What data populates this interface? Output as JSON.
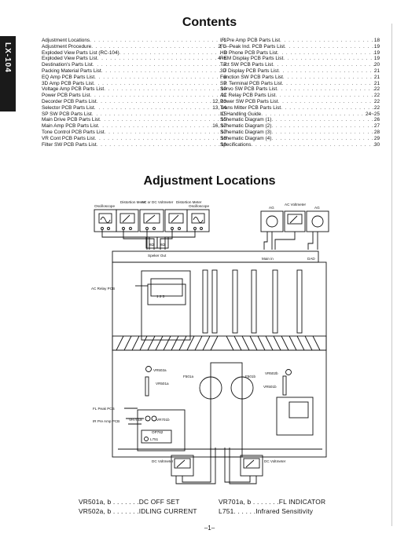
{
  "side_tab": "LX-104",
  "contents": {
    "title": "Contents",
    "left": [
      {
        "t": "Adjustment Locations",
        "p": "1"
      },
      {
        "t": "Adjustment Procedure",
        "p": "2, 3"
      },
      {
        "t": "Exploded View Parts List (RC-104)",
        "p": "3"
      },
      {
        "t": "Exploded View Parts List",
        "p": "4~6"
      },
      {
        "t": "Destination's Parts List",
        "p": "7"
      },
      {
        "t": "Packing Material Parts List",
        "p": "7"
      },
      {
        "t": "EQ Amp PCB Parts List",
        "p": "8"
      },
      {
        "t": "3D Amp PCB Parts List",
        "p": "9"
      },
      {
        "t": "Voltage Amp PCB Parts List",
        "p": "10"
      },
      {
        "t": "Power PCB Parts List",
        "p": "11"
      },
      {
        "t": "Decorder PCB Parts List",
        "p": "12, 13"
      },
      {
        "t": "Selector PCB Parts List",
        "p": "13, 14"
      },
      {
        "t": "SP SW PCB Parts List",
        "p": "15"
      },
      {
        "t": "Main Drive PCB Parts List",
        "p": "15"
      },
      {
        "t": "Main Amp PCB Parts List",
        "p": "16, 17"
      },
      {
        "t": "Tone Control PCB Parts List",
        "p": "17"
      },
      {
        "t": "VR Cont PCB Parts List",
        "p": "18"
      },
      {
        "t": "Filter SW PCB Parts List",
        "p": "18"
      }
    ],
    "right": [
      {
        "t": "IR Pre Amp PCB Parts List",
        "p": "18"
      },
      {
        "t": "FL--Peak Ind. PCB Parts List",
        "p": "19"
      },
      {
        "t": "HD Phone PCB Parts List",
        "p": "19"
      },
      {
        "t": "REM Display PCB Parts List",
        "p": "19"
      },
      {
        "t": "Tact SW PCB Parts List",
        "p": "20"
      },
      {
        "t": "3D Display PCB Parts List",
        "p": "21"
      },
      {
        "t": "Function SW PCB Parts List",
        "p": "21"
      },
      {
        "t": "SP. Terminal PCB Parts List",
        "p": "21"
      },
      {
        "t": "Servo SW PCB Parts List",
        "p": "22"
      },
      {
        "t": "AC Relay PCB Parts List",
        "p": "22"
      },
      {
        "t": "Power SW PCB Parts List",
        "p": "22"
      },
      {
        "t": "Trans Mitter PCB Parts List",
        "p": "22"
      },
      {
        "t": "IC Handling Guide",
        "p": "24~25"
      },
      {
        "t": "Schematic Diagram (1)",
        "p": "26"
      },
      {
        "t": "Schematic Diagram (2)",
        "p": "27"
      },
      {
        "t": "Schematic Diagram (3)",
        "p": "28"
      },
      {
        "t": "Schematic Diagram (4)",
        "p": "29"
      },
      {
        "t": "Specifications",
        "p": "30"
      }
    ]
  },
  "adjustment": {
    "title": "Adjustment Locations",
    "labels": {
      "oscilloscope_1": "Oscilloscope",
      "distortion_meter_1": "Distortion Meter",
      "ac_dc_voltmeter": "AC or DC Voltmeter",
      "distortion_meter_2": "Distortion Meter",
      "oscilloscope_2": "Oscilloscope",
      "ag_1": "AG",
      "ac_voltmeter": "AC Voltmeter",
      "ag_2": "AG",
      "resistor_1": "8Ω",
      "resistor_2": "8Ω",
      "speaker_out": "Speker Out",
      "main_in": "Main in",
      "dad": "DAD",
      "ac_relay_pcb": "AC Relay PCB",
      "relay_pins": "1 2 3",
      "vr502a": "VR502a",
      "vr501a": "VR501a",
      "f501a": "F501a",
      "f501b": "F501b",
      "vr502b": "VR502b",
      "vr501b": "VR501b",
      "fl_peak_pcb": "FL Peak PCB",
      "ir_pre_amp_pcb": "IR Pre Amp PCB",
      "vr701a": "VR701a",
      "vr701b": "VR701b",
      "op762": "OP762",
      "l751": "L751",
      "dc_voltmeter_1": "DC Voltmeter",
      "dc_voltmeter_2": "DC Voltmeter"
    },
    "legend": [
      "VR501a, b . . . . . . .DC OFF SET",
      "VR502a, b . . . . . . .IDLING CURRENT",
      "VR701a, b . . . . . . .FL INDICATOR",
      "L751. . . . . .Infrared Sensitivity"
    ]
  },
  "page_number": "–1–"
}
